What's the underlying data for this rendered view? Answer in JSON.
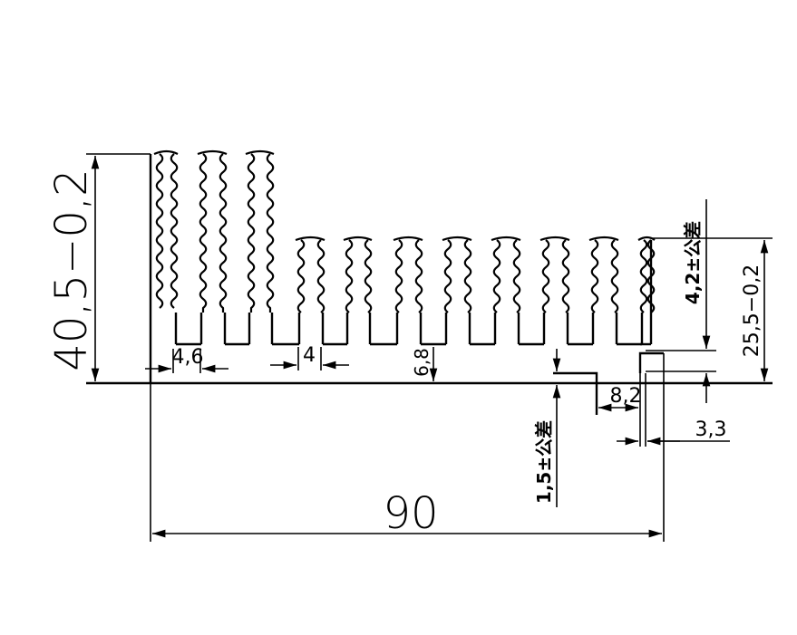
{
  "drawing": {
    "dimensions": {
      "height_total": "40,5−0,2",
      "height_right": "25,5−0,2",
      "width_total": "90",
      "fin_gap_left": "4,6",
      "fin_gap": "4",
      "base_thickness": "6,8",
      "step_width": "8,2",
      "step_offset": "3,3",
      "note_right": "4,2±公差",
      "note_bottom": "1,5±公差"
    }
  }
}
